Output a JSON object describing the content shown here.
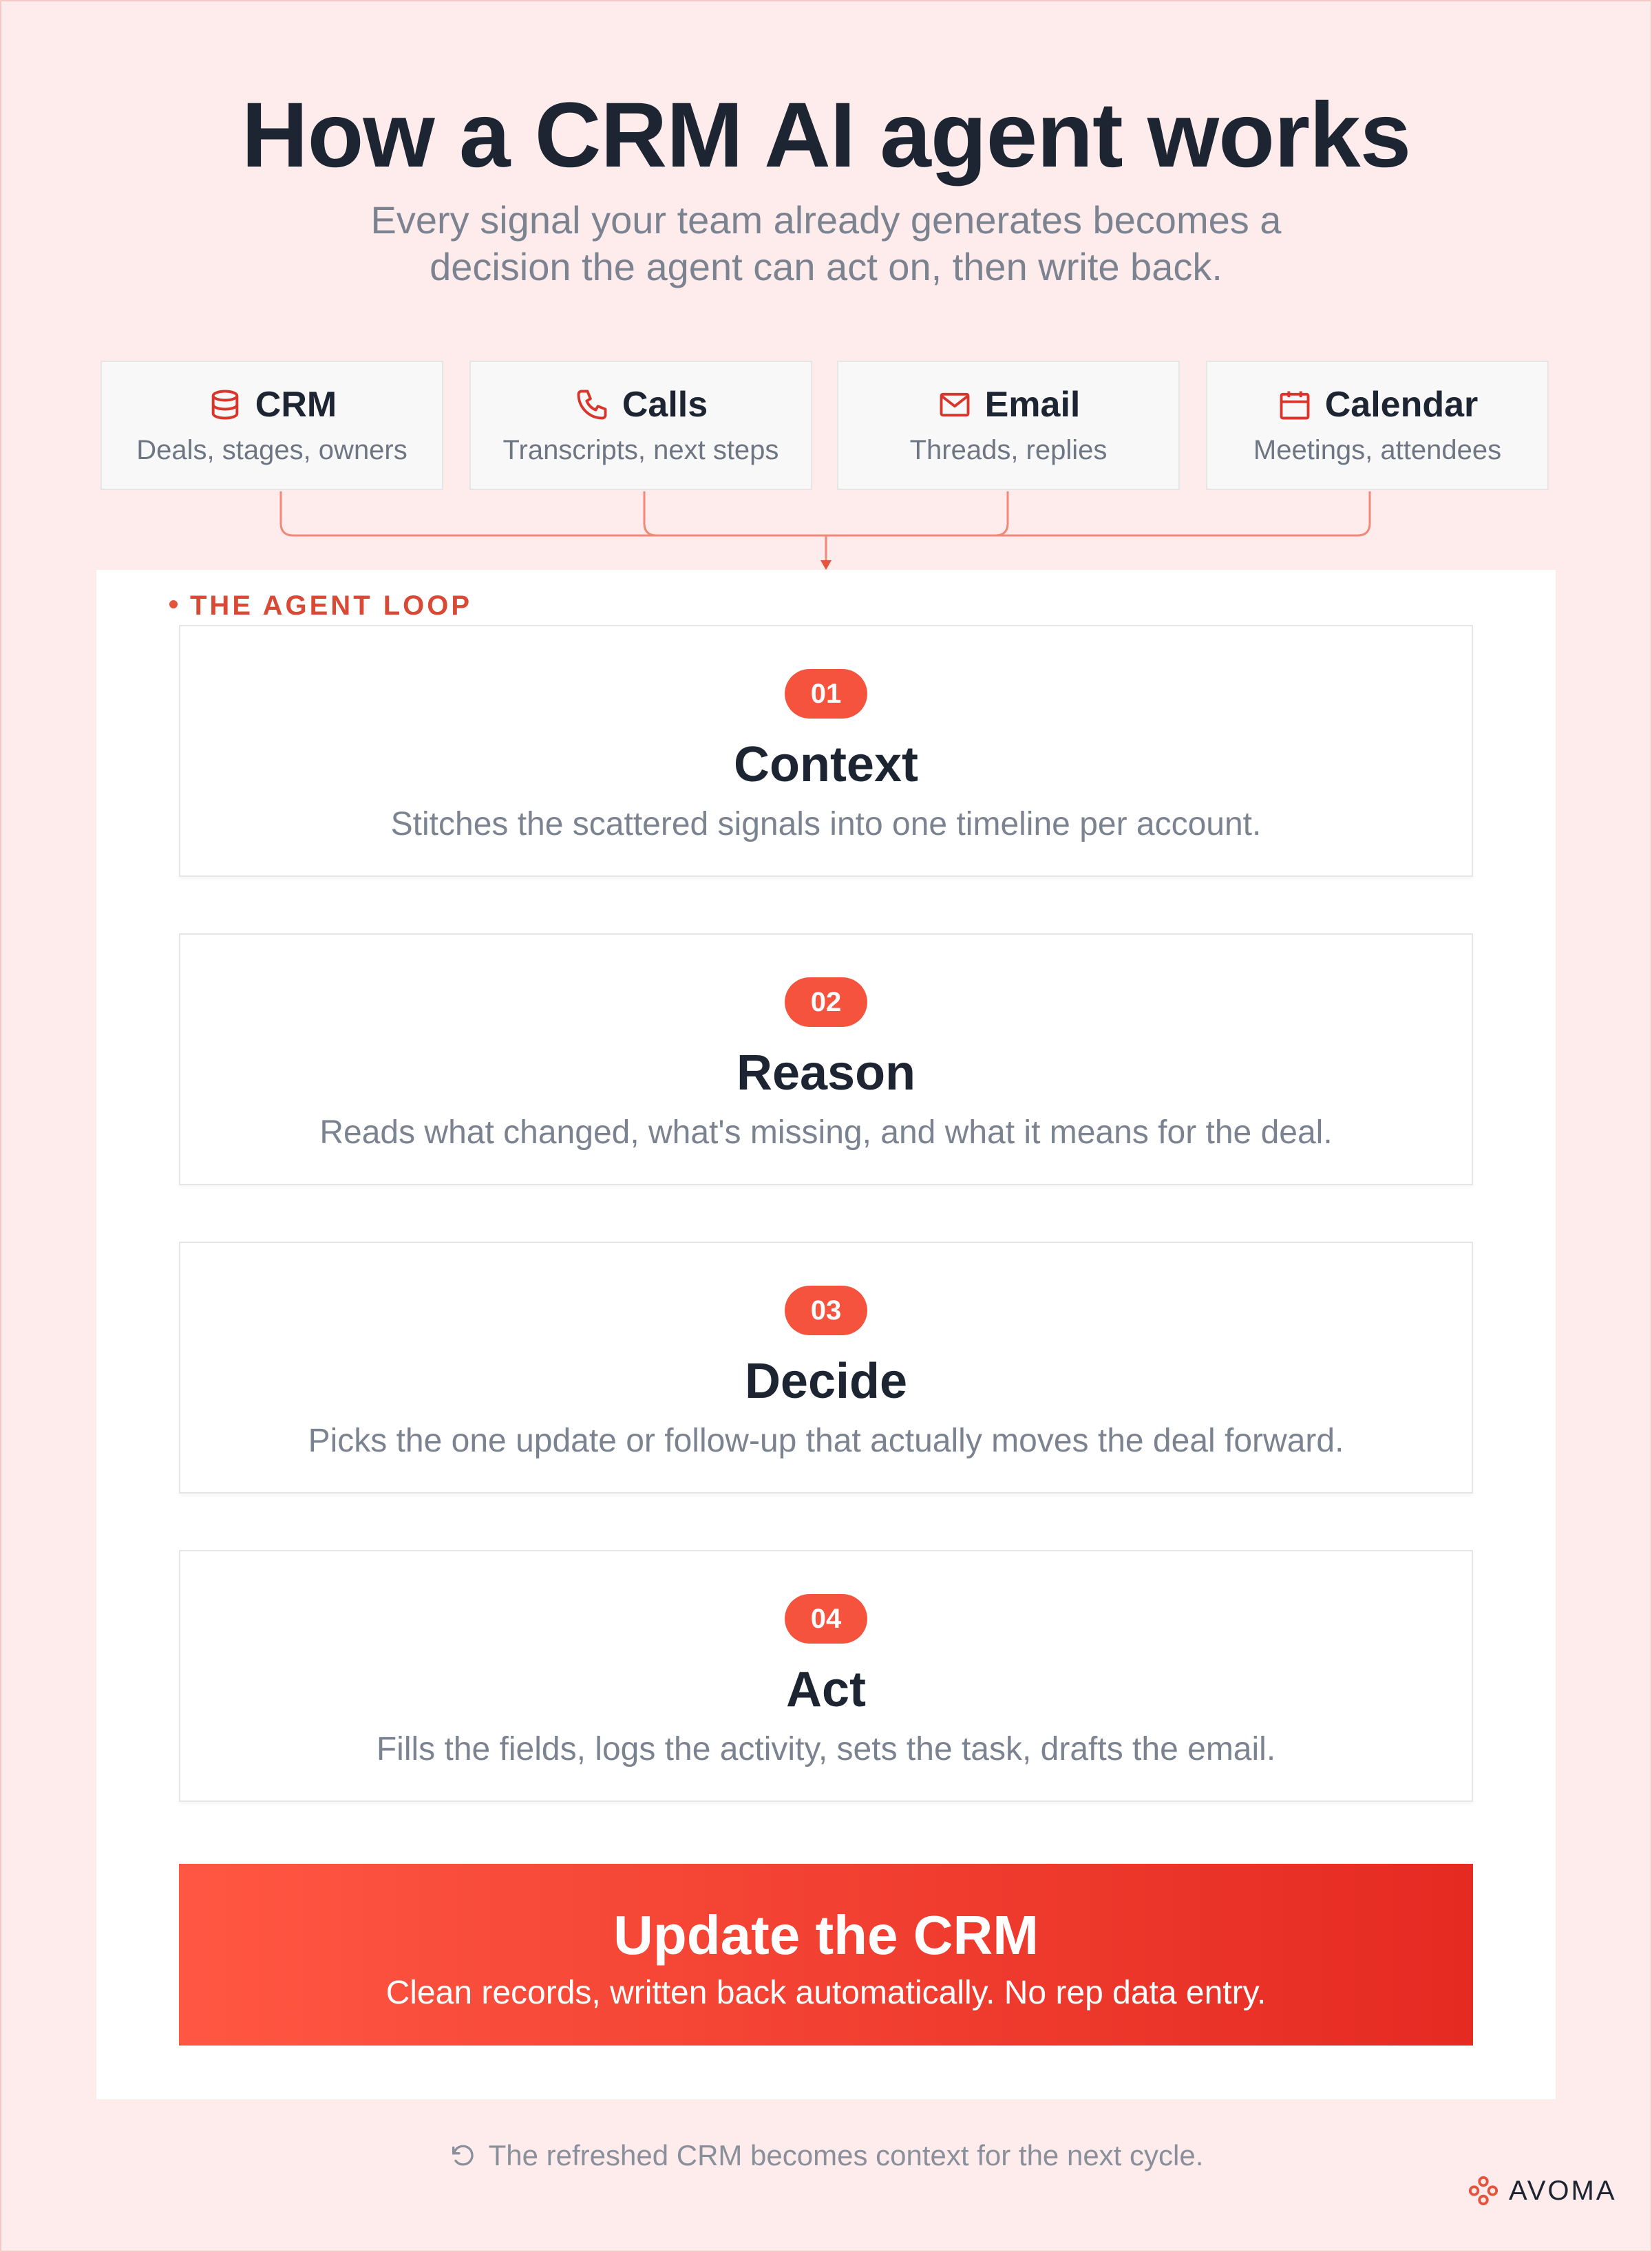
{
  "header": {
    "title": "How a CRM AI agent works",
    "subtitle_line1": "Every signal your team already generates becomes a",
    "subtitle_line2": "decision the agent can act on, then write back."
  },
  "sources": [
    {
      "name": "CRM",
      "desc": "Deals, stages, owners",
      "icon": "database-icon"
    },
    {
      "name": "Calls",
      "desc": "Transcripts, next steps",
      "icon": "phone-icon"
    },
    {
      "name": "Email",
      "desc": "Threads, replies",
      "icon": "mail-icon"
    },
    {
      "name": "Calendar",
      "desc": "Meetings, attendees",
      "icon": "calendar-icon"
    }
  ],
  "loop": {
    "label": "THE AGENT LOOP",
    "steps": [
      {
        "number": "01",
        "title": "Context",
        "desc": "Stitches the scattered signals into one timeline per account."
      },
      {
        "number": "02",
        "title": "Reason",
        "desc": "Reads what changed, what's missing, and what it means for the deal."
      },
      {
        "number": "03",
        "title": "Decide",
        "desc": "Picks the one update or follow-up that actually moves the deal forward."
      },
      {
        "number": "04",
        "title": "Act",
        "desc": "Fills the fields, logs the activity, sets the task, drafts the email."
      }
    ],
    "outcome": {
      "title": "Update the CRM",
      "desc": "Clean records, written back automatically. No rep data entry."
    }
  },
  "footer": {
    "note": "The refreshed CRM becomes context for the next cycle.",
    "icon": "refresh-icon"
  },
  "brand": {
    "name": "AVOMA",
    "icon": "avoma-logo-icon"
  },
  "colors": {
    "accent": "#f5533d",
    "accent_dark": "#e52a22",
    "background": "#fdeceb",
    "text": "#1e2532",
    "muted": "#7c8390"
  }
}
